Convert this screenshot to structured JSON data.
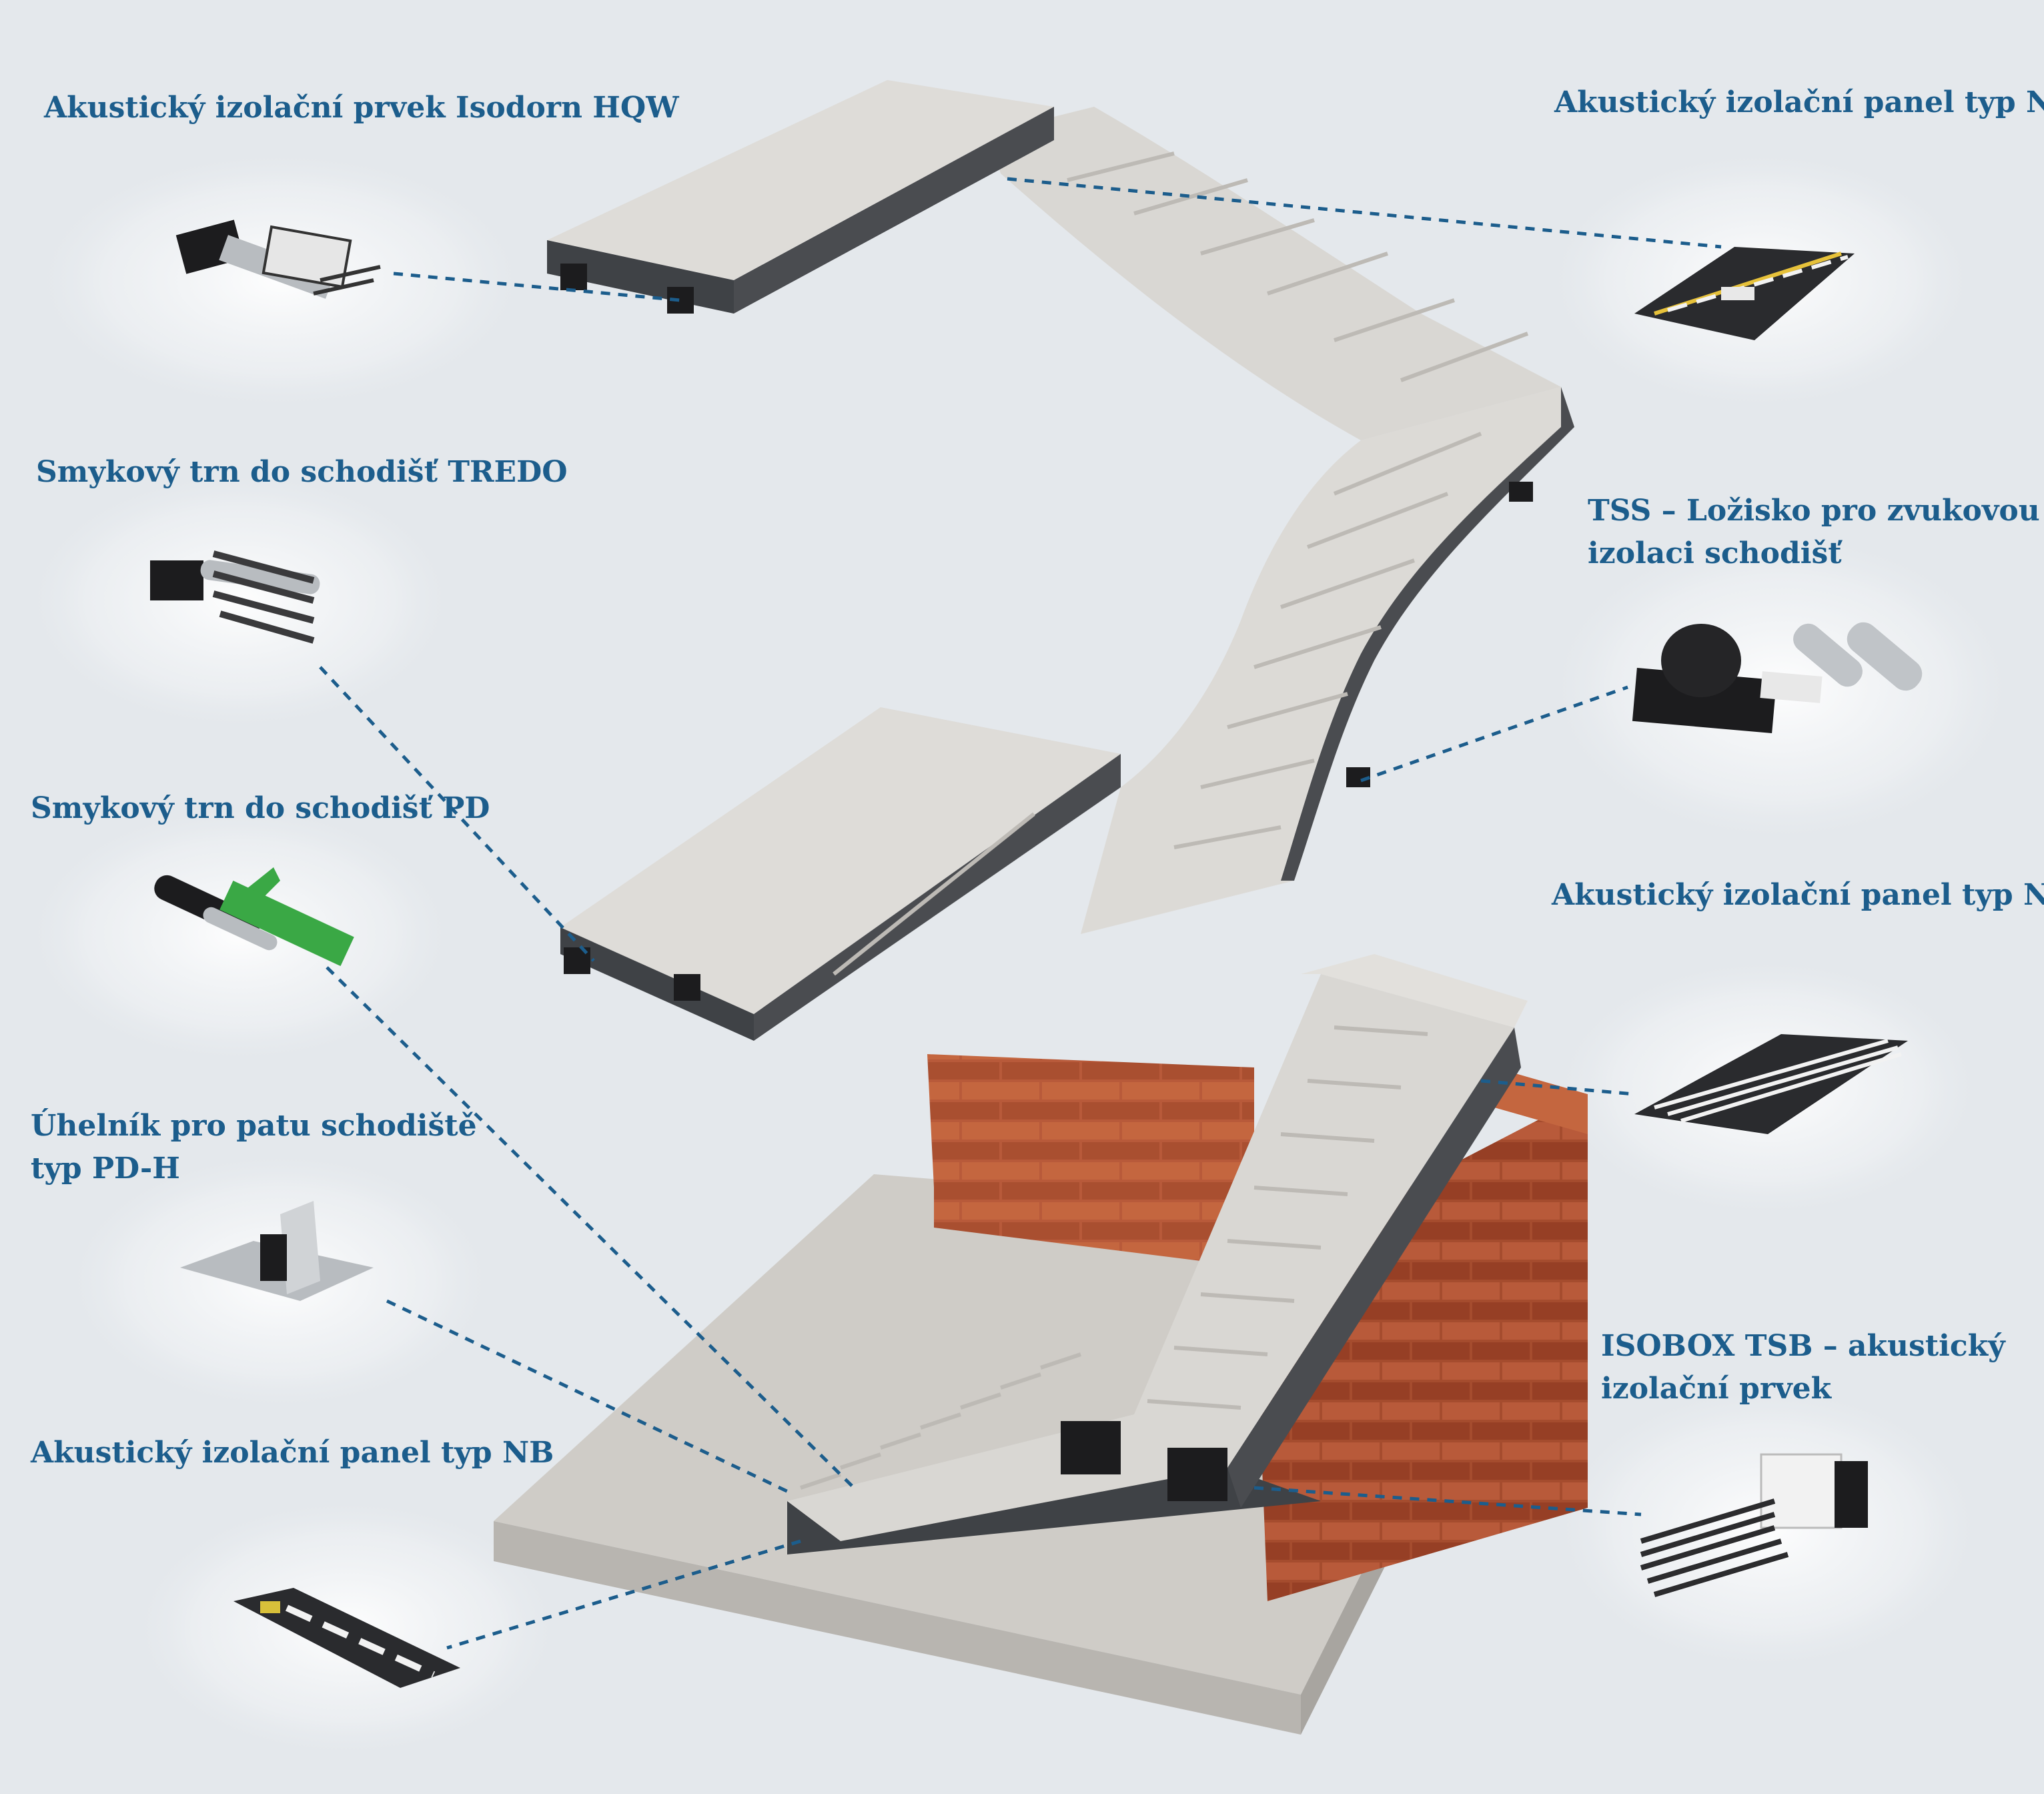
{
  "labels": {
    "isodorn_hqw": "Akustický izolační prvek Isodorn HQW",
    "tredo": "Smykový trn do schodišť TREDO",
    "pd": "Smykový trn do schodišť PD",
    "pd_h": [
      "Úhelník pro patu schodiště",
      "typ PD-H"
    ],
    "nb": "Akustický izolační panel typ NB",
    "nf": "Akustický izolační panel typ NF",
    "tss": [
      "TSS – Ložisko pro zvukovou",
      "izolaci schodišť"
    ],
    "nl": "Akustický izolační panel typ NL",
    "isobox": [
      "ISOBOX TSB – akustický",
      "izolační prvek"
    ]
  },
  "colors": {
    "background": "#e4e8ec",
    "label_text": "#1c5d8c",
    "leader_line": "#1c5d8c",
    "concrete_top": "#dcdad6",
    "concrete_side": "#4a4c50",
    "brick": "#b85a3a",
    "floor_slab": "#cfccc7",
    "accent_green": "#3aa845"
  },
  "icons": {
    "isodorn_hqw": "isodorn-hqw-product-icon",
    "tredo": "tredo-dowel-product-icon",
    "pd": "pd-dowel-product-icon",
    "pd_h": "pd-h-angle-product-icon",
    "nb": "nb-panel-product-icon",
    "nf": "nf-panel-product-icon",
    "tss": "tss-bearing-product-icon",
    "nl": "nl-panel-product-icon",
    "isobox": "isobox-tsb-product-icon"
  }
}
